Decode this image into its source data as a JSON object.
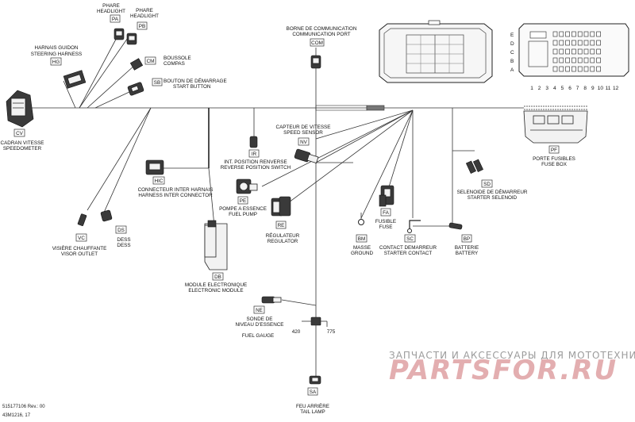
{
  "components": [
    {
      "code": "PA",
      "fr": "PHARE",
      "en": "HEADLIGHT"
    },
    {
      "code": "PB",
      "fr": "PHARE",
      "en": "HEADLIGHT"
    },
    {
      "code": "HG",
      "fr": "HARNAIS GUIDON",
      "en": "STEERING HARNESS"
    },
    {
      "code": "CM",
      "fr": "BOUSSOLE",
      "en": "COMPAS"
    },
    {
      "code": "SB",
      "fr": "BOUTON DE DÉMARRAGE",
      "en": "START BUTTON"
    },
    {
      "code": "CV",
      "fr": "CADRAN VITESSE",
      "en": "SPEEDOMETER"
    },
    {
      "code": "COM",
      "fr": "BORNE DE COMMUNICATION",
      "en": "COMMUNICATION PORT"
    },
    {
      "code": "IR",
      "fr": "INT. POSITION RENVERSE",
      "en": "REVERSE POSITION SWITCH"
    },
    {
      "code": "NV",
      "fr": "CAPTEUR DE VITESSE",
      "en": "SPEED SENSOR"
    },
    {
      "code": "HIC",
      "fr": "CONNECTEUR INTER HARNAIS",
      "en": "HARNESS INTER CONNECTOR"
    },
    {
      "code": "PE",
      "fr": "POMPE A ESSENCE",
      "en": "FUEL PUMP"
    },
    {
      "code": "RE",
      "fr": "RÉGULATEUR",
      "en": "REGULATOR"
    },
    {
      "code": "FA",
      "fr": "FUSIBLE",
      "en": "FUSE"
    },
    {
      "code": "BM",
      "fr": "MASSE",
      "en": "GROUND"
    },
    {
      "code": "SC",
      "fr": "CONTACT DEMARREUR",
      "en": "STARTER CONTACT"
    },
    {
      "code": "BP",
      "fr": "BATTERIE",
      "en": "BATTERY"
    },
    {
      "code": "PF",
      "fr": "PORTE FUSIBLES",
      "en": "FUSE BOX"
    },
    {
      "code": "SD",
      "fr": "SELENOIDE DE DÉMARREUR",
      "en": "STARTER SELENOID"
    },
    {
      "code": "VC",
      "fr": "VISIÈRE CHAUFFANTE",
      "en": "VISOR OUTLET"
    },
    {
      "code": "DS",
      "fr": "DESS",
      "en": "DESS"
    },
    {
      "code": "DB",
      "fr": "MODULE ELECTRONIQUE",
      "en": "ELECTRONIC MODULE"
    },
    {
      "code": "NE",
      "fr": "SONDE DE",
      "en": "NIVEAU D'ESSENCE"
    },
    {
      "code": "SA",
      "fr": "FEU ARRIÈRE",
      "en": "TAIL LAMP"
    }
  ],
  "fuel_gauge_label": "FUEL GAUGE",
  "wire_numbers": {
    "left": "420",
    "right": "775"
  },
  "connector_rows": [
    "E",
    "D",
    "C",
    "B",
    "A"
  ],
  "connector_columns": [
    "1",
    "2",
    "3",
    "4",
    "5",
    "6",
    "7",
    "8",
    "9",
    "10",
    "11",
    "12"
  ],
  "footer": {
    "rev": "515177106 Rev.: 00",
    "ref": "43M1216, 17"
  },
  "watermark": {
    "top": "ЗАПЧАСТИ И АКСЕССУАРЫ ДЛЯ МОТОТЕХНИКИ",
    "logo": "PARTSFOR.RU"
  }
}
